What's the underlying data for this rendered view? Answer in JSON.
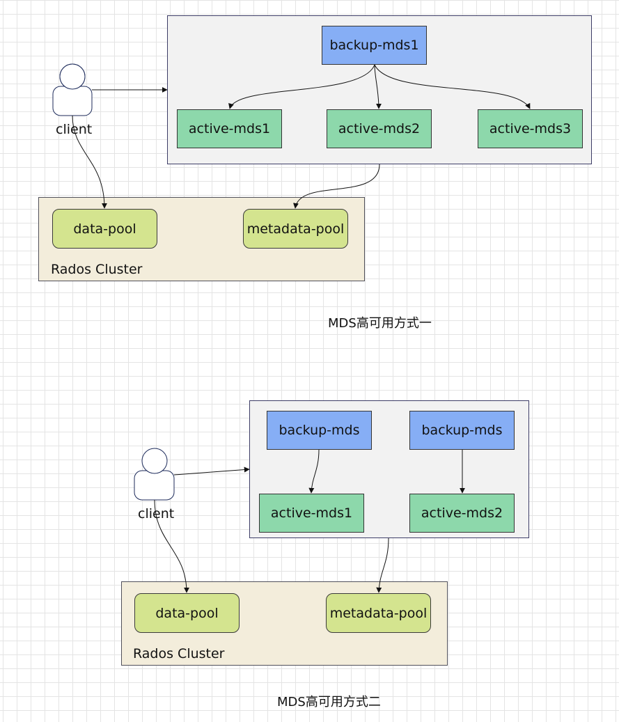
{
  "diagram_one": {
    "client_label": "client",
    "backup_label": "backup-mds1",
    "active_labels": [
      "active-mds1",
      "active-mds2",
      "active-mds3"
    ],
    "data_pool_label": "data-pool",
    "metadata_pool_label": "metadata-pool",
    "cluster_label": "Rados Cluster",
    "caption": "MDS高可用方式一"
  },
  "diagram_two": {
    "client_label": "client",
    "backup_labels": [
      "backup-mds",
      "backup-mds"
    ],
    "active_labels": [
      "active-mds1",
      "active-mds2"
    ],
    "data_pool_label": "data-pool",
    "metadata_pool_label": "metadata-pool",
    "cluster_label": "Rados Cluster",
    "caption": "MDS高可用方式二"
  },
  "colors": {
    "backup_node": "#86aef5",
    "active_node": "#8dd8ab",
    "pool_node": "#d4e48f",
    "mds_group_bg": "#f2f2f2",
    "rados_group_bg": "#f3eddb"
  }
}
